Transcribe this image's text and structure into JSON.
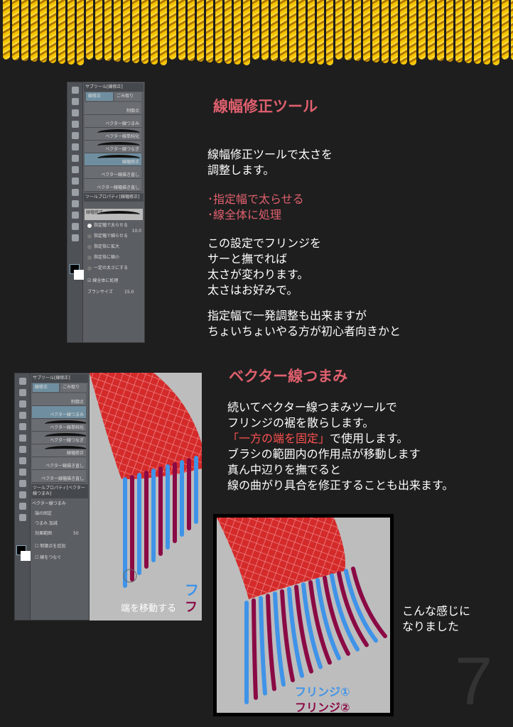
{
  "section1": {
    "title": "線幅修正ツール",
    "intro": "線幅修正ツールで太さを\n調整します。",
    "settings": "･指定幅で太らせる\n･線全体に処理",
    "desc": "この設定でフリンジを\nサーと撫でれば\n太さが変わります。\n太さはお好みで。",
    "note": "指定幅で一発調整も出来ますが\nちょいちょいやる方が初心者向きかと"
  },
  "panel1": {
    "subtool_header": "サブツール[線修正]",
    "tabs": [
      "線修正",
      "ごみ取り"
    ],
    "tools": [
      "制御点",
      "ベクター線つまみ",
      "ベクター線単純化",
      "ベクター線つなぎ",
      "線幅修正",
      "ベクター線描き直し",
      "ベクター線幅描き直し"
    ],
    "selected_tool": "線幅修正",
    "property_header": "ツールプロパティ[線幅修正]",
    "property_name": "線幅修正",
    "options": [
      "指定幅で太らせる",
      "指定幅で細らせる",
      "指定倍に拡大",
      "指定倍に縮小",
      "一定の太さにする"
    ],
    "selected_option": "指定幅で太らせる",
    "option_value": "10.0",
    "whole_line_label": "線全体に処理",
    "whole_line_checked": true,
    "brush_size_label": "ブラシサイズ",
    "brush_size_value": "15.0"
  },
  "section2": {
    "title": "ベクター線つまみ",
    "line1": "続いてベクター線つまみツールで",
    "line2": "フリンジの裾を散らします。",
    "line3_highlight": "「一方の端を固定」",
    "line3_rest": "で使用します。",
    "line4": "ブラシの範囲内の作用点が移動します",
    "line5": "真ん中辺りを撫でると",
    "line6": "線の曲がり具合を修正することも出来ます。"
  },
  "panel2": {
    "subtool_header": "サブツール[線修正]",
    "tabs": [
      "線修正",
      "ごみ取り"
    ],
    "tools": [
      "制御点",
      "ベクター線つまみ",
      "ベクター線単純化",
      "ベクター線つなぎ",
      "線幅修正",
      "ベクター線描き直し",
      "ベクター線幅描き直し"
    ],
    "selected_tool": "ベクター線つまみ",
    "property_header": "ツールプロパティ[ベクター線つまみ]",
    "property_name": "ベクター線つまみ",
    "end_fix_label": "端の固定",
    "pinch_label": "つまみ 加減",
    "range_label": "効果範囲",
    "range_value": "50",
    "add_point_label": "制御点を追加",
    "connect_label": "線をつなぐ",
    "canvas_caption": "端を移動する",
    "canvas_legend": [
      "フ",
      "フ"
    ]
  },
  "result": {
    "legend1": "フリンジ①",
    "legend2": "フリンジ②",
    "caption": "こんな感じに\nなりました"
  },
  "page_number": "7",
  "colors": {
    "accent": "#e0606e",
    "fringe1": "#3f93e8",
    "fringe2": "#8a0a45",
    "rope": "#f5c400",
    "scarf": "#d42a2a"
  }
}
